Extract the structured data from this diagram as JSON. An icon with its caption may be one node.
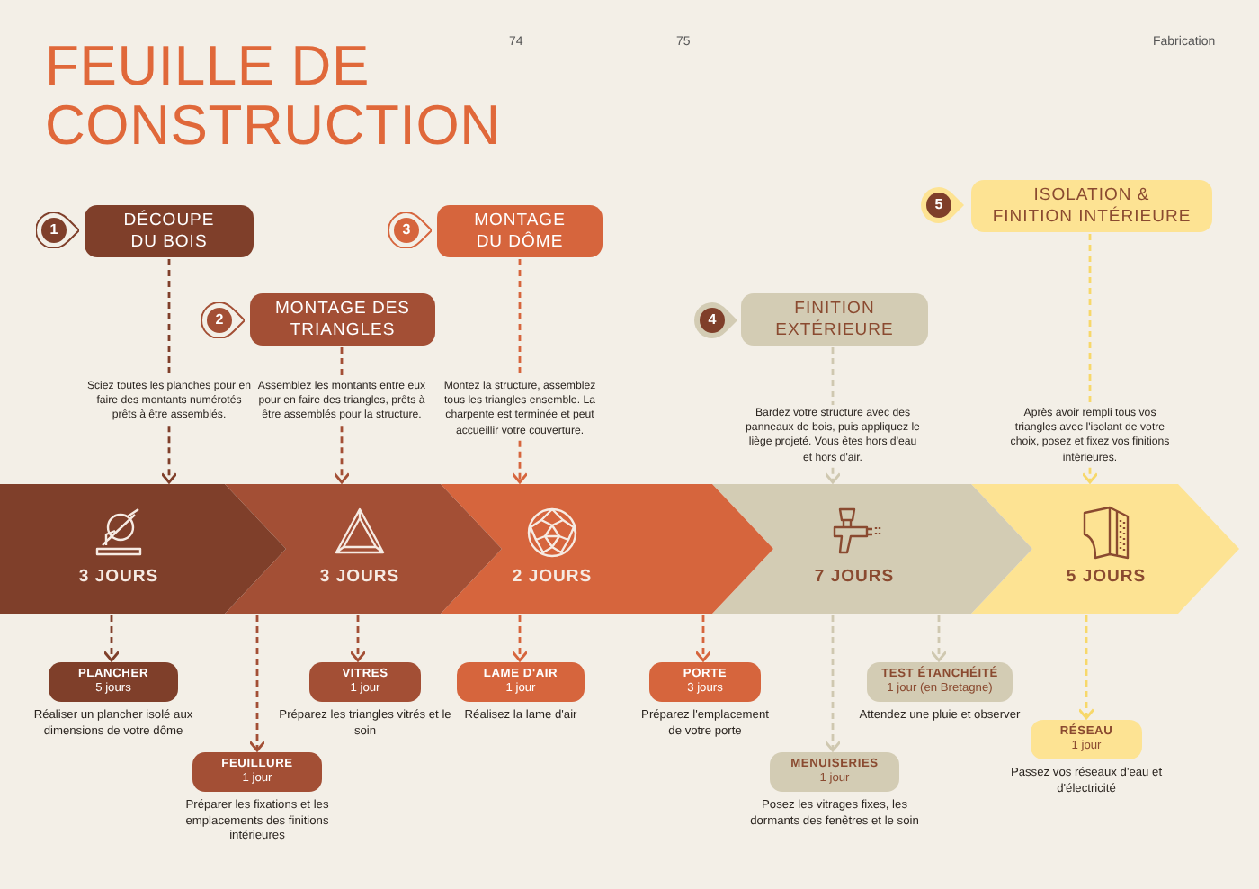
{
  "diagram": {
    "title": "FEUILLE DE CONSTRUCTION",
    "nodes": [
      {
        "text": [
          "DÉCOUPE DU BOIS"
        ],
        "beside": [
          "1"
        ]
      },
      {
        "text": [
          "MONTAGE DES TRIANGLES"
        ],
        "beside": [
          "2"
        ]
      },
      {
        "text": [
          "MONTAGE DU DÔME"
        ],
        "beside": [
          "3"
        ]
      },
      {
        "text": [
          "FINITION EXTÉRIEURE"
        ],
        "beside": [
          "4"
        ]
      },
      {
        "text": [
          "ISOLATION & FINITION INTÉRIEURE"
        ],
        "beside": [
          "5"
        ]
      },
      {
        "text": [
          "Sciez toutes les planches pour en faire des montants numérotés prêts à être assemblés."
        ]
      },
      {
        "text": [
          "Assemblez les montants entre eux pour en faire des triangles, prêts à être assemblés pour la structure."
        ]
      },
      {
        "text": [
          "Montez la structure, assemblez tous les triangles ensemble. La charpente est terminée et peut accueillir votre couverture."
        ]
      },
      {
        "text": [
          "Bardez votre structure avec des panneaux de bois, puis appliquez le liège projeté. Vous êtes hors d'eau et hors d'air."
        ]
      },
      {
        "text": [
          "Après avoir rempli tous vos triangles avec l'isolant de votre choix, posez et fixez vos finitions intérieures."
        ]
      },
      {
        "text": [
          "3 JOURS"
        ]
      },
      {
        "text": [
          "3 JOURS"
        ]
      },
      {
        "text": [
          "2 JOURS"
        ]
      },
      {
        "text": [
          "7 JOURS"
        ]
      },
      {
        "text": [
          "5 JOURS"
        ]
      },
      {
        "text": [
          "PLANCHER",
          "5 jours"
        ],
        "beside": [
          "Réaliser un plancher isolé aux dimensions de votre dôme"
        ]
      },
      {
        "text": [
          "FEUILLURE",
          "1 jour"
        ],
        "beside": [
          "Préparer les fixations et les emplacements des finitions intérieures"
        ]
      },
      {
        "text": [
          "VITRES",
          "1 jour"
        ],
        "beside": [
          "Préparez les triangles vitrés et le soin"
        ]
      },
      {
        "text": [
          "LAME D'AIR",
          "1 jour"
        ],
        "beside": [
          "Réalisez la lame d'air"
        ]
      },
      {
        "text": [
          "PORTE",
          "3 jours"
        ],
        "beside": [
          "Préparez l'emplacement de votre porte"
        ]
      },
      {
        "text": [
          "MENUISERIES",
          "1 jour"
        ],
        "beside": [
          "Posez les vitrages fixes, les dormants des fenêtres et le soin"
        ]
      },
      {
        "text": [
          "TEST ÉTANCHÉITÉ",
          "1 jour (en Bretagne)"
        ],
        "beside": [
          "Attendez une pluie et observer"
        ]
      },
      {
        "text": [
          "RÉSEAU",
          "1 jour"
        ],
        "beside": [
          "Passez vos réseaux d'eau et d'électricité"
        ]
      }
    ],
    "edges": [
      {
        "from": 0,
        "to": 5,
        "arrow": "none",
        "style": "dashed",
        "color": "#7f3f2a"
      },
      {
        "from": 5,
        "to": 10,
        "arrow": "to",
        "style": "dashed",
        "color": "#7f3f2a"
      },
      {
        "from": 1,
        "to": 6,
        "arrow": "none",
        "style": "dashed",
        "color": "#a34f35"
      },
      {
        "from": 6,
        "to": 11,
        "arrow": "to",
        "style": "dashed",
        "color": "#a34f35"
      },
      {
        "from": 2,
        "to": 7,
        "arrow": "none",
        "style": "dashed",
        "color": "#d6653d"
      },
      {
        "from": 7,
        "to": 12,
        "arrow": "to",
        "style": "dashed",
        "color": "#d6653d"
      },
      {
        "from": 3,
        "to": 8,
        "arrow": "none",
        "style": "dashed",
        "color": "#cfc8b0"
      },
      {
        "from": 8,
        "to": 13,
        "arrow": "to",
        "style": "dashed",
        "color": "#cfc8b0"
      },
      {
        "from": 4,
        "to": 9,
        "arrow": "none",
        "style": "dashed",
        "color": "#f7d86a"
      },
      {
        "from": 9,
        "to": 14,
        "arrow": "to",
        "style": "dashed",
        "color": "#f7d86a"
      },
      {
        "from": 10,
        "to": 15,
        "arrow": "to",
        "style": "dashed",
        "color": "#7f3f2a"
      },
      {
        "from": 11,
        "to": 16,
        "arrow": "to",
        "style": "dashed",
        "color": "#a34f35"
      },
      {
        "from": 11,
        "to": 17,
        "arrow": "to",
        "style": "dashed",
        "color": "#a34f35"
      },
      {
        "from": 12,
        "to": 18,
        "arrow": "to",
        "style": "dashed",
        "color": "#d6653d"
      },
      {
        "from": 12,
        "to": 19,
        "arrow": "to",
        "style": "dashed",
        "color": "#d6653d"
      },
      {
        "from": 13,
        "to": 20,
        "arrow": "to",
        "style": "dashed",
        "color": "#cfc8b0"
      },
      {
        "from": 13,
        "to": 21,
        "arrow": "to",
        "style": "dashed",
        "color": "#cfc8b0"
      },
      {
        "from": 14,
        "to": 22,
        "arrow": "to",
        "style": "dashed",
        "color": "#f7d86a"
      }
    ],
    "labels": [
      "74",
      "75",
      "Fabrication"
    ]
  }
}
